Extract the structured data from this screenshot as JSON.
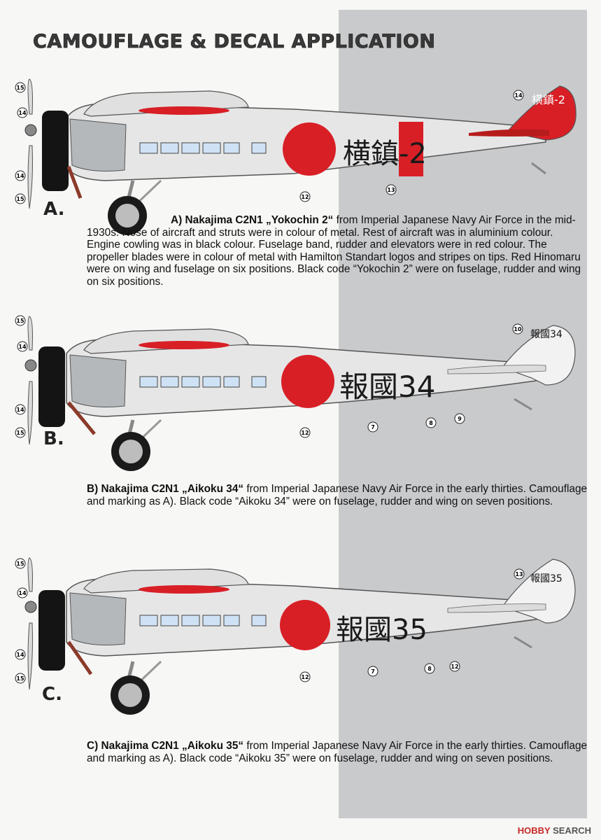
{
  "title": "CAMOUFLAGE & DECAL APPLICATION",
  "watermark": {
    "brand": "HOBBY",
    "suffix": "SEARCH"
  },
  "colors": {
    "panel": "#c9cacc",
    "hinomaru": "#d81f26",
    "silver": "#e8e8e8",
    "window": "#cfe2f5",
    "cowling": "#141414"
  },
  "aircraft": [
    {
      "letter": "A.",
      "fuselage_code": "横鎮-2",
      "tail_code": "横鎮-2",
      "red_tail": true,
      "decal_numbers": {
        "prop_top": "15",
        "prop_mid": "14",
        "prop_low": "14",
        "prop_bottom": "15",
        "tail": "14",
        "wing": "12",
        "fuselage": "13"
      },
      "caption_bold": "A) Nakajima C2N1 „Yokochin 2“",
      "caption_rest": " from Imperial Japanese Navy Air Force in the mid-1930s. Nose of aircraft and struts were in colour of metal. Rest of aircraft was in aluminium colour. Engine cowling was in black colour. Fuselage band, rudder and elevators were in red colour. The propeller blades were in colour of metal with Hamilton Standart logos and stripes on tips. Red Hinomaru were on wing and fuselage on six positions. Black code “Yokochin 2” were on fuselage, rudder and wing on six positions."
    },
    {
      "letter": "B.",
      "fuselage_code": "報國34",
      "tail_code": "報國34",
      "red_tail": false,
      "decal_numbers": {
        "prop_top": "15",
        "prop_mid": "14",
        "prop_low": "14",
        "prop_bottom": "15",
        "tail": "10",
        "wing": "12",
        "n1": "7",
        "n2": "8",
        "n3": "9"
      },
      "caption_bold": "B) Nakajima C2N1 „Aikoku 34“",
      "caption_rest": " from Imperial Japanese Navy Air Force in the early thirties. Camouflage and marking as A). Black code “Aikoku 34” were on fuselage, rudder and wing on seven positions."
    },
    {
      "letter": "C.",
      "fuselage_code": "報國35",
      "tail_code": "報國35",
      "red_tail": false,
      "decal_numbers": {
        "prop_top": "15",
        "prop_mid": "14",
        "prop_low": "14",
        "prop_bottom": "15",
        "tail": "13",
        "wing": "12",
        "n1": "7",
        "n2": "8",
        "n3": "12"
      },
      "caption_bold": "C) Nakajima C2N1 „Aikoku 35“",
      "caption_rest": "  from Imperial Japanese Navy Air Force in the early thirties. Camouflage and marking as A). Black code “Aikoku 35” were on fuselage, rudder and wing on seven positions."
    }
  ]
}
